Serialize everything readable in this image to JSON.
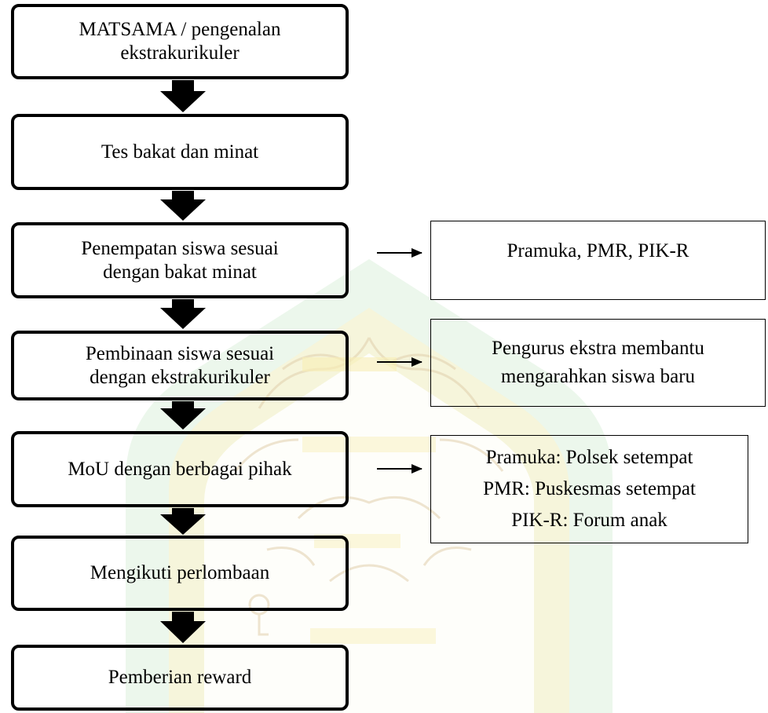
{
  "steps": [
    {
      "id": "matsama",
      "label": "MATSAMA / pengenalan\nekstrakurikuler"
    },
    {
      "id": "tes-bakat",
      "label": "Tes bakat dan minat"
    },
    {
      "id": "penempatan",
      "label": "Penempatan siswa sesuai\ndengan bakat minat"
    },
    {
      "id": "pembinaan",
      "label": "Pembinaan siswa sesuai\ndengan ekstrakurikuler"
    },
    {
      "id": "mou",
      "label": "MoU dengan berbagai pihak"
    },
    {
      "id": "perlombaan",
      "label": "Mengikuti perlombaan"
    },
    {
      "id": "reward",
      "label": "Pemberian reward"
    }
  ],
  "notes": [
    {
      "attached_to": "penempatan",
      "label": "Pramuka, PMR, PIK-R"
    },
    {
      "attached_to": "pembinaan",
      "label": "Pengurus ekstra membantu\nmengarahkan siswa baru"
    },
    {
      "attached_to": "mou",
      "label": "Pramuka: Polsek setempat\nPMR: Puskesmas setempat\nPIK-R: Forum anak"
    }
  ],
  "colors": {
    "outline": "#000000",
    "watermark_green": "#58b35a",
    "watermark_yellow": "#e8d46a",
    "watermark_line": "#c9a86a"
  },
  "watermark_icon": "university-seal-icon"
}
